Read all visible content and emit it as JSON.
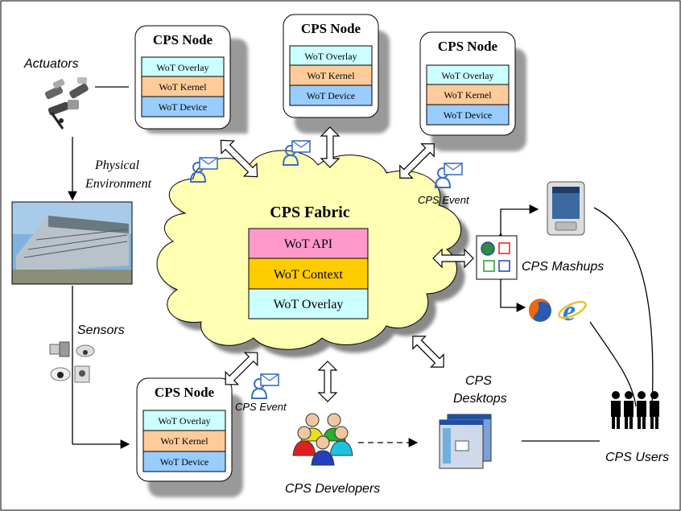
{
  "colors": {
    "cloud": "#FFFFB3",
    "overlay": "#CCFFFF",
    "kernel": "#FFCC99",
    "device": "#99CCFF",
    "api": "#FF99CC",
    "context": "#FFCC00"
  },
  "nodes": [
    {
      "title": "CPS Node",
      "layers": [
        "WoT Overlay",
        "WoT Kernel",
        "WoT Device"
      ]
    },
    {
      "title": "CPS Node",
      "layers": [
        "WoT Overlay",
        "WoT Kernel",
        "WoT Device"
      ]
    },
    {
      "title": "CPS Node",
      "layers": [
        "WoT Overlay",
        "WoT Kernel",
        "WoT Device"
      ]
    },
    {
      "title": "CPS Node",
      "layers": [
        "WoT Overlay",
        "WoT Kernel",
        "WoT Device"
      ]
    }
  ],
  "fabric": {
    "title": "CPS Fabric",
    "layers": [
      "WoT API",
      "WoT Context",
      "WoT Overlay"
    ]
  },
  "labels": {
    "actuators": "Actuators",
    "physical": "Physical",
    "environment": "Environment",
    "sensors": "Sensors",
    "cps_event_top": "CPS Event",
    "cps_event_bottom": "CPS Event",
    "cps_mashups": "CPS Mashups",
    "cps_desktops_1": "CPS",
    "cps_desktops_2": "Desktops",
    "cps_developers": "CPS Developers",
    "cps_users": "CPS Users"
  },
  "icons": [
    "actuators-icon",
    "building-photo",
    "sensors-icon",
    "message-user-icon",
    "pda-icon",
    "mashup-window-icon",
    "firefox-icon",
    "ie-icon",
    "developers-icon",
    "desktop-windows-icon",
    "users-icon"
  ]
}
